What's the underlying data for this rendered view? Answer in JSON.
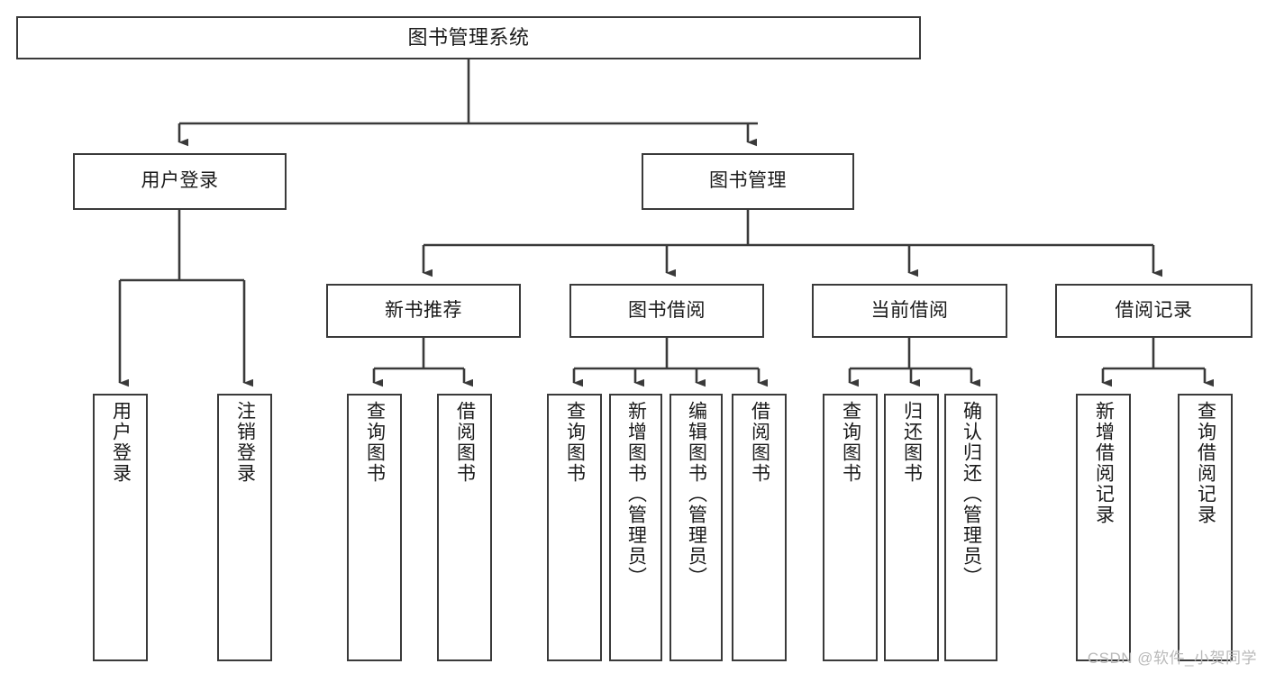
{
  "diagram": {
    "title": "图书管理系统",
    "type": "tree-hierarchy",
    "watermark": "CSDN @软件_小贺同学",
    "colors": {
      "stroke": "#3a3a3a",
      "fill": "#ffffff",
      "text": "#1a1a1a",
      "watermark": "#b9b9b9"
    },
    "nodes": {
      "root": {
        "label": "图书管理系统"
      },
      "level2": [
        {
          "label": "用户登录"
        },
        {
          "label": "图书管理"
        }
      ],
      "level3": [
        {
          "label": "新书推荐"
        },
        {
          "label": "图书借阅"
        },
        {
          "label": "当前借阅"
        },
        {
          "label": "借阅记录"
        }
      ],
      "leaves_user_login": [
        {
          "label": "用户登录"
        },
        {
          "label": "注销登录"
        }
      ],
      "leaves_new_book": [
        {
          "label": "查询图书"
        },
        {
          "label": "借阅图书"
        }
      ],
      "leaves_book_borrow": [
        {
          "label": "查询图书"
        },
        {
          "label": "新增图书（管理员）"
        },
        {
          "label": "编辑图书（管理员）"
        },
        {
          "label": "借阅图书"
        }
      ],
      "leaves_current_borrow": [
        {
          "label": "查询图书"
        },
        {
          "label": "归还图书"
        },
        {
          "label": "确认归还（管理员）"
        }
      ],
      "leaves_borrow_record": [
        {
          "label": "新增借阅记录"
        },
        {
          "label": "查询借阅记录"
        }
      ]
    }
  }
}
